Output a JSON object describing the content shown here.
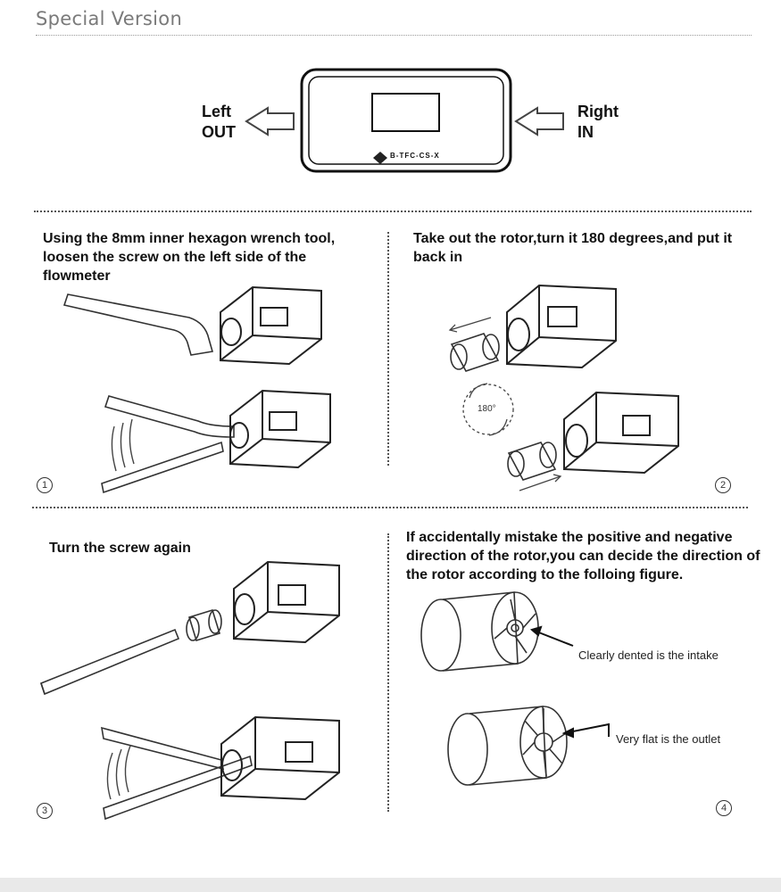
{
  "header": {
    "title": "Special Version"
  },
  "top_device": {
    "brand_text": "B-TFC-CS-X",
    "left_label_1": "Left",
    "left_label_2": "OUT",
    "right_label_1": "Right",
    "right_label_2": "IN"
  },
  "steps": [
    {
      "number": "1",
      "text": "Using the 8mm inner hexagon wrench tool, loosen the screw on the left side of the flowmeter"
    },
    {
      "number": "2",
      "text": "Take out the rotor,turn it 180 degrees,and put it back in",
      "rotation_label": "180°"
    },
    {
      "number": "3",
      "text": "Turn the screw again"
    },
    {
      "number": "4",
      "text": "If accidentally mistake the positive and negative direction of the rotor,you can decide the direction of the rotor according to the folloing figure.",
      "note_intake": "Clearly dented is the intake",
      "note_outlet": "Very flat is the outlet"
    }
  ]
}
